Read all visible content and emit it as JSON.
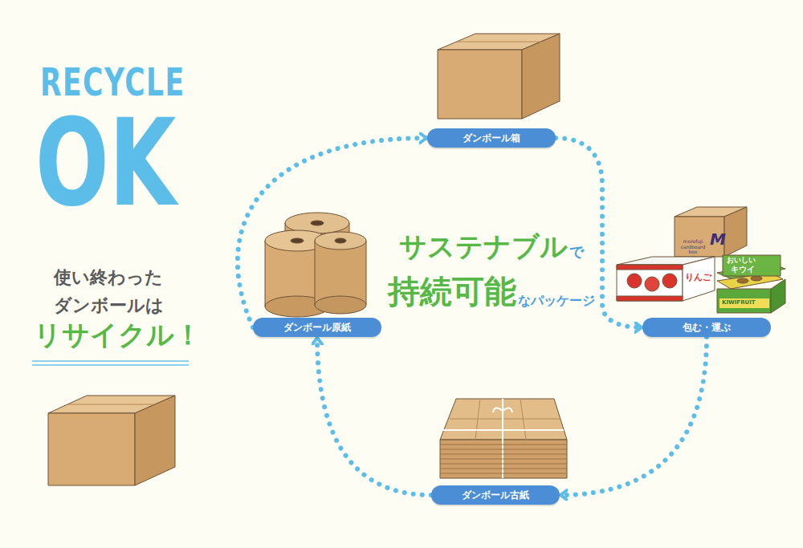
{
  "diagram": {
    "nodes": [
      {
        "text": [
          "ダンボール箱"
        ]
      },
      {
        "text": [
          "包む・運ぶ"
        ]
      },
      {
        "text": [
          "ダンボール古紙"
        ]
      },
      {
        "text": [
          "ダンボール原紙"
        ]
      }
    ],
    "edges": [
      {
        "from": 0,
        "to": 1,
        "arrow": "to"
      },
      {
        "from": 1,
        "to": 2,
        "arrow": "to"
      },
      {
        "from": 2,
        "to": 3,
        "arrow": "to"
      },
      {
        "from": 3,
        "to": 0,
        "arrow": "to"
      }
    ],
    "labels": [
      "RECYCLE",
      "OK",
      "使い終わった ダンボールは",
      "リサイクル！",
      "サステナブル",
      "で",
      "持続可能",
      "なパッケージ",
      "morofuji cardboard box",
      "M",
      "りんご",
      "おいしい",
      "キウイ",
      "KIWIFRUIT"
    ]
  }
}
